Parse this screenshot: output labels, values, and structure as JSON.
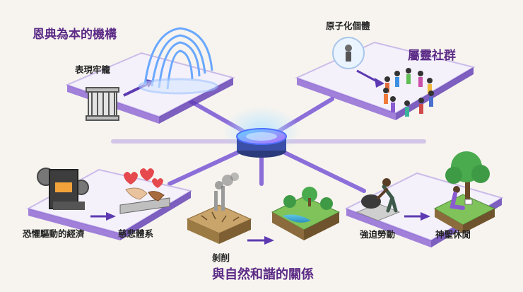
{
  "labels": {
    "top_left_title": "恩典為本的機構",
    "top_left_caption": "表現牢籠",
    "top_right_caption": "原子化個體",
    "top_right_title": "屬靈社群",
    "bottom_left_caption_1": "恐懼驅動的經濟",
    "bottom_left_caption_2": "慈悲體系",
    "bottom_center_caption": "剝削",
    "bottom_center_title": "與自然和諧的關係",
    "bottom_right_caption_1": "強迫勞動",
    "bottom_right_caption_2": "神聖休閒"
  },
  "icons": [
    "cage-icon",
    "glass-arch-icon",
    "bubble-person-icon",
    "people-circle-icon",
    "factory-machine-icon",
    "helping-hands-icon",
    "polluted-land-icon",
    "green-island-icon",
    "person-pushing-rock-icon",
    "person-reading-under-tree-icon",
    "central-hub-icon"
  ],
  "colors": {
    "accent": "#7b4fd0",
    "title": "#5b2a86",
    "hub": "#3b7dff",
    "panel": "#f4f1fb"
  }
}
